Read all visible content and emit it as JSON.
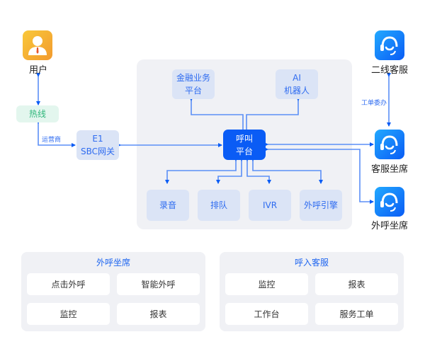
{
  "diagram": {
    "user": {
      "label": "用户",
      "icon": "user-icon"
    },
    "hotline": {
      "label": "热线"
    },
    "carrier_label": "运营商",
    "gateway": {
      "line1": "E1",
      "line2": "SBC网关"
    },
    "finance_platform": {
      "line1": "金融业务",
      "line2": "平台"
    },
    "ai_robot": {
      "line1": "AI",
      "line2": "机器人"
    },
    "call_platform": {
      "line1": "呼叫",
      "line2": "平台"
    },
    "modules": [
      {
        "label": "录音"
      },
      {
        "label": "排队"
      },
      {
        "label": "IVR"
      },
      {
        "label": "外呼引擎"
      }
    ],
    "second_line_service": {
      "label": "二线客服",
      "icon": "headset-icon"
    },
    "ticket_label": "工单委办",
    "service_agent": {
      "label": "客服坐席",
      "icon": "headset-icon"
    },
    "outbound_agent": {
      "label": "外呼坐席",
      "icon": "headset-icon"
    }
  },
  "panels": [
    {
      "title": "外呼坐席",
      "items": [
        {
          "label": "点击外呼"
        },
        {
          "label": "智能外呼"
        },
        {
          "label": "监控"
        },
        {
          "label": "报表"
        }
      ]
    },
    {
      "title": "呼入客服",
      "items": [
        {
          "label": "监控"
        },
        {
          "label": "报表"
        },
        {
          "label": "工作台"
        },
        {
          "label": "服务工单"
        }
      ]
    }
  ],
  "colors": {
    "primary": "#0a5cf5",
    "wire": "#5b8ff7",
    "light_box": "#dbe4f6",
    "hotline_bg": "#e3f6ee",
    "hotline_text": "#2fb77b",
    "user_icon_gradient": [
      "#f9c83a",
      "#f29a2e"
    ]
  }
}
